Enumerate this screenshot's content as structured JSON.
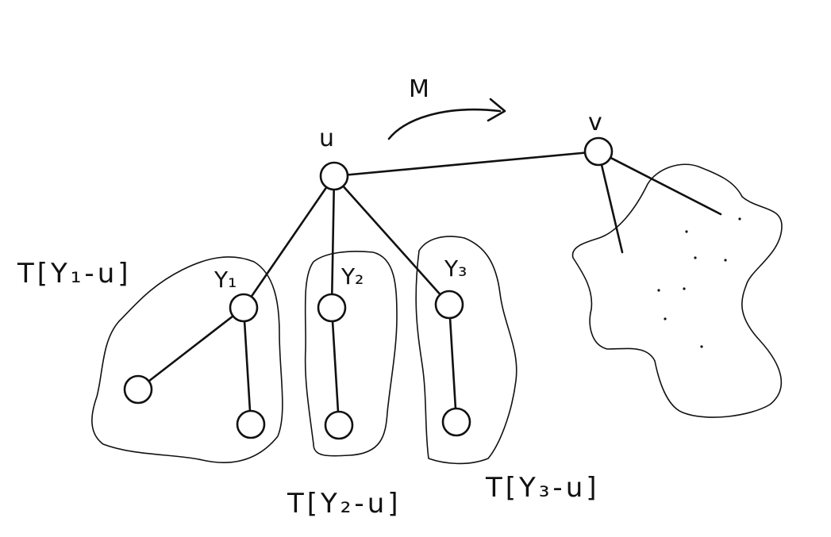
{
  "diagram": {
    "nodes": {
      "u": "u",
      "v": "v",
      "y1": "Y₁",
      "y2": "Y₂",
      "y3": "Y₃"
    },
    "arrow_label": "M",
    "subtree_labels": {
      "y1": "T[Y₁-u]",
      "y2": "T[Y₂-u]",
      "y3": "T[Y₃-u]"
    }
  }
}
